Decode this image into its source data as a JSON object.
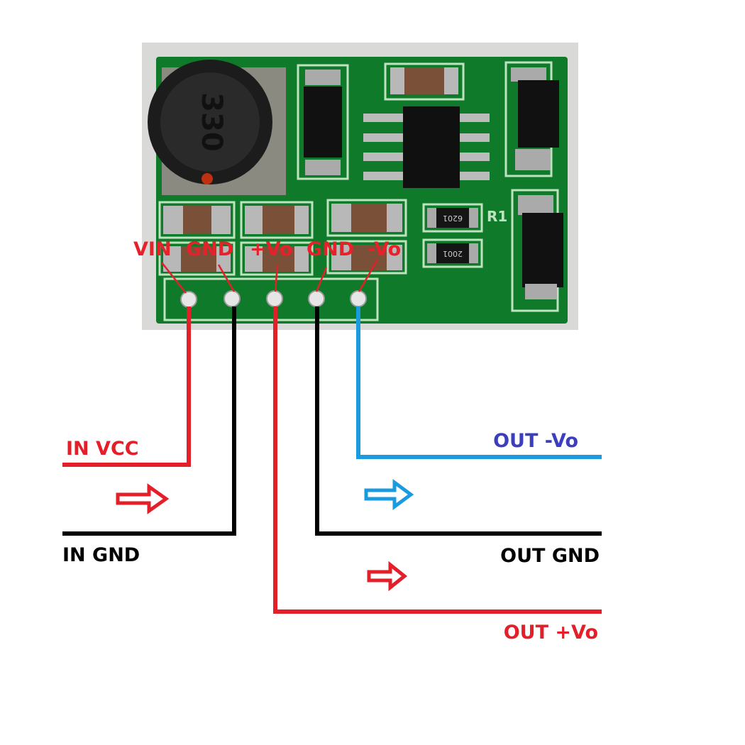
{
  "colors": {
    "red": "#e3202a",
    "black": "#000000",
    "blue": "#1a9be0",
    "label_blue": "#3b3fbf",
    "pcb": "#0f7a2a",
    "board_bg": "#d8d8d6"
  },
  "pcb": {
    "inductor_marking": "330",
    "resistor_1_marking": "6201",
    "resistor_2_marking": "2001",
    "silkscreen_label": "R1",
    "pin_labels": [
      "VIN",
      "GND",
      "+Vo",
      "GND",
      "-Vo"
    ]
  },
  "wires": {
    "in_vcc": "IN VCC",
    "in_gnd": "IN GND",
    "out_neg": "OUT -Vo",
    "out_gnd": "OUT GND",
    "out_pos": "OUT +Vo"
  }
}
